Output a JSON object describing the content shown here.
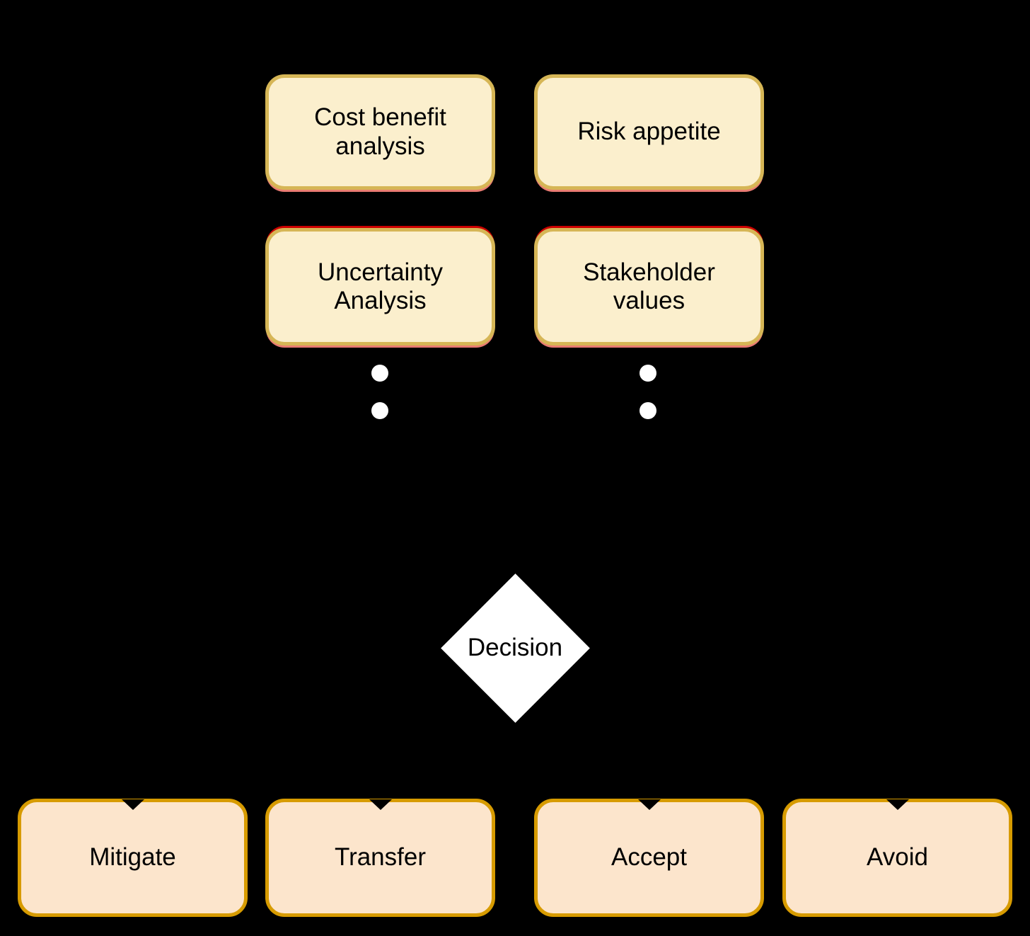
{
  "nodes": {
    "cost_benefit": {
      "label": "Cost benefit analysis"
    },
    "risk_appetite": {
      "label": "Risk appetite"
    },
    "uncertainty": {
      "label": "Uncertainty Analysis"
    },
    "stakeholder": {
      "label": "Stakeholder values"
    },
    "decision": {
      "label": "Decision"
    },
    "mitigate": {
      "label": "Mitigate"
    },
    "transfer": {
      "label": "Transfer"
    },
    "accept": {
      "label": "Accept"
    },
    "avoid": {
      "label": "Avoid"
    }
  },
  "colors": {
    "background": "#000000",
    "input_fill": "#FBEFCD",
    "input_border": "#D6B656",
    "outcome_fill": "#FCE5CC",
    "outcome_border": "#D79B00",
    "stack_top_accent": "#CC0000",
    "stack_bottom_accent": "#E97B72",
    "decision_fill": "#FFFFFF",
    "text": "#000000",
    "ellipsis_dot": "#FFFFFF"
  }
}
